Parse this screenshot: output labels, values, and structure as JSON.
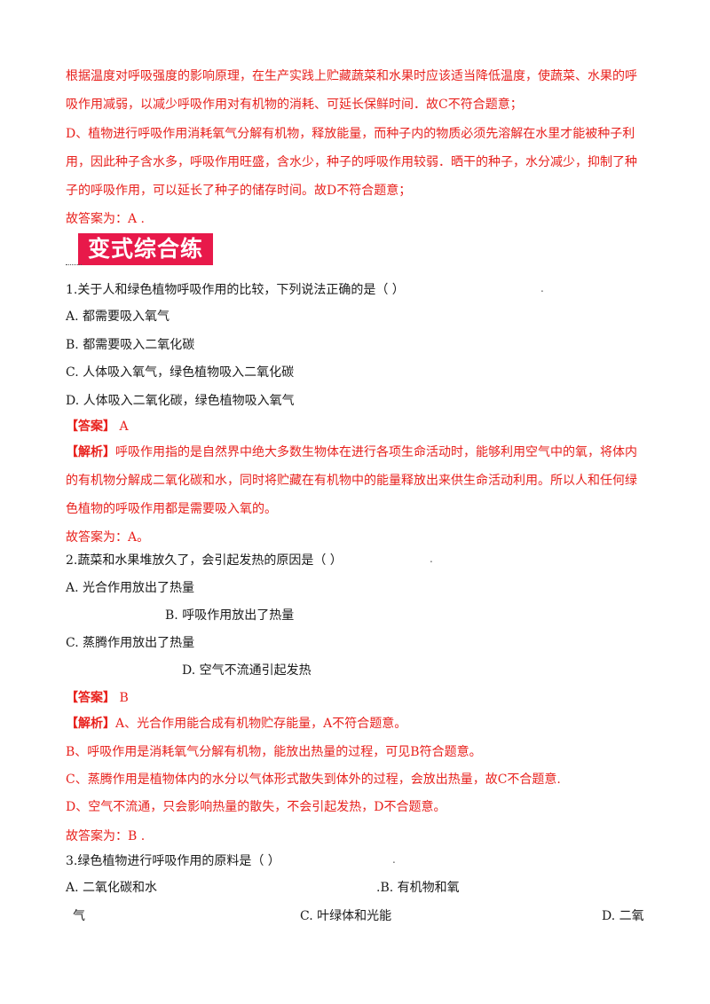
{
  "intro": {
    "line1": "根据温度对呼吸强度的影响原理，在生产实践上贮藏蔬菜和水果时应该适当降低温度，使蔬菜、水果的呼",
    "line2": "吸作用减弱，以减少呼吸作用对有机物的消耗、可延长保鲜时间．故C不符合题意；",
    "line3": " D、植物进行呼吸作用消耗氧气分解有机物，释放能量，而种子内的物质必须先溶解在水里才能被种子利",
    "line4": "用，因此种子含水多，呼吸作用旺盛，含水少，种子的呼吸作用较弱．晒干的种子，水分减少，抑制了种",
    "line5": "子的呼吸作用，可以延长了种子的储存时间。故D不符合题意；",
    "answer": " 故答案为：A ."
  },
  "banner": {
    "title": "变式综合练"
  },
  "q1": {
    "stem": "1.关于人和绿色植物呼吸作用的比较，下列说法正确的是（                ）",
    "opt_a": " A. 都需要吸入氧气",
    "opt_b": " B. 都需要吸入二氧化碳",
    "opt_c": " C. 人体吸入氧气，绿色植物吸入二氧化碳",
    "opt_d": " D. 人体吸入二氧化碳，绿色植物吸入氧气",
    "answer_tag": "【答案】",
    "answer_val": " A",
    "analysis_tag": "【解析】",
    "analysis1": "呼吸作用指的是自然界中绝大多数生物体在进行各项生命活动时，能够利用空气中的氧，将体内",
    "analysis2": "的有机物分解成二氧化碳和水，同时将贮藏在有机物中的能量释放出来供生命活动利用。所以人和任何绿",
    "analysis3": "色植物的呼吸作用都是需要吸入氧的。",
    "final": " 故答案为：A。"
  },
  "q2": {
    "stem": "2.蔬菜和水果堆放久了，会引起发热的原因是（     ）",
    "opt_a": " A. 光合作用放出了热量",
    "opt_b": "B. 呼吸作用放出了热量",
    "opt_c": " C. 蒸腾作用放出了热量",
    "opt_d": "D. 空气不流通引起发热",
    "answer_tag": "【答案】",
    "answer_val": " B",
    "analysis_tag": "【解析】",
    "analysis1": "A、光合作用能合成有机物贮存能量，A不符合题意。",
    "analysis2": " B、呼吸作用是消耗氧气分解有机物，能放出热量的过程，可见B符合题意。",
    "analysis3": " C、蒸腾作用是植物体内的水分以气体形式散失到体外的过程，会放出热量，故C不合题意.",
    "analysis4": " D、空气不流通，只会影响热量的散失，不会引起发热，D不合题意。",
    "final": " 故答案为：B ."
  },
  "q3": {
    "stem": "3.绿色植物进行呼吸作用的原料是（          ）",
    "opt_a": " A. 二氧化碳和水",
    "opt_b": ".B. 有机物和氧",
    "opt_b_cont": "气",
    "opt_c": "C. 叶绿体和光能",
    "opt_d": "D. 二氧"
  }
}
